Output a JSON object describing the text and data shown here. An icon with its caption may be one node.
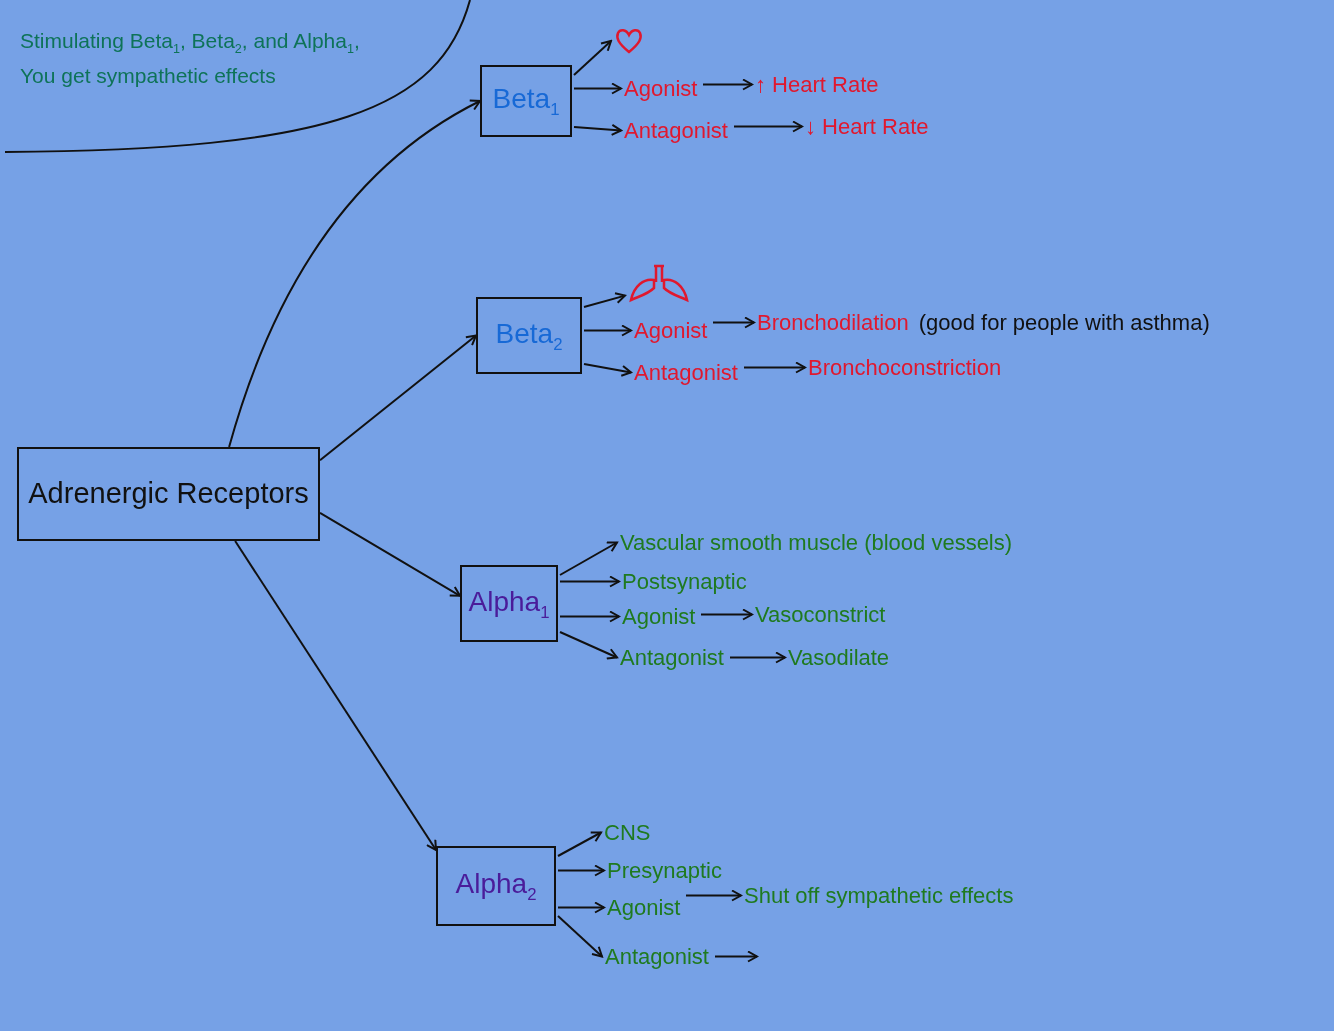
{
  "diagram": {
    "nodes": [
      {
        "text": [
          "Adrenergic Receptors"
        ]
      },
      {
        "text": [
          "Beta$_{1}$"
        ]
      },
      {
        "text": [
          "Beta$_{2}$"
        ]
      },
      {
        "text": [
          "Alpha$_{1}$"
        ]
      },
      {
        "text": [
          "Alpha$_{2}$"
        ]
      },
      {
        "text": [],
        "shape": "heart"
      },
      {
        "text": [
          "Agonist"
        ]
      },
      {
        "text": [
          "↑ Heart Rate"
        ]
      },
      {
        "text": [
          "Antagonist"
        ]
      },
      {
        "text": [
          "↓ Heart Rate"
        ]
      },
      {
        "text": [],
        "shape": "lungs"
      },
      {
        "text": [
          "Agonist"
        ]
      },
      {
        "text": [
          "Bronchodilation"
        ],
        "beside": [
          "(good for people with asthma)"
        ]
      },
      {
        "text": [
          "Antagonist"
        ]
      },
      {
        "text": [
          "Bronchoconstriction"
        ]
      },
      {
        "text": [
          "Vascular smooth muscle (blood vessels)"
        ]
      },
      {
        "text": [
          "Postsynaptic"
        ]
      },
      {
        "text": [
          "Agonist"
        ]
      },
      {
        "text": [
          "Vasoconstrict"
        ]
      },
      {
        "text": [
          "Antagonist"
        ]
      },
      {
        "text": [
          "Vasodilate"
        ]
      },
      {
        "text": [
          "CNS"
        ]
      },
      {
        "text": [
          "Presynaptic"
        ]
      },
      {
        "text": [
          "Agonist"
        ]
      },
      {
        "text": [
          "Shut off sympathetic effects"
        ]
      },
      {
        "text": [
          "Antagonist"
        ]
      }
    ],
    "edges": [
      {
        "from": 0,
        "to": 1,
        "arrow": "to"
      },
      {
        "from": 0,
        "to": 2,
        "arrow": "to"
      },
      {
        "from": 0,
        "to": 3,
        "arrow": "to"
      },
      {
        "from": 0,
        "to": 4,
        "arrow": "to"
      },
      {
        "from": 1,
        "to": 5,
        "arrow": "to"
      },
      {
        "from": 1,
        "to": 6,
        "arrow": "to"
      },
      {
        "from": 1,
        "to": 8,
        "arrow": "to"
      },
      {
        "from": 6,
        "to": 7,
        "arrow": "to"
      },
      {
        "from": 8,
        "to": 9,
        "arrow": "to"
      },
      {
        "from": 2,
        "to": 10,
        "arrow": "to"
      },
      {
        "from": 2,
        "to": 11,
        "arrow": "to"
      },
      {
        "from": 2,
        "to": 13,
        "arrow": "to"
      },
      {
        "from": 11,
        "to": 12,
        "arrow": "to"
      },
      {
        "from": 13,
        "to": 14,
        "arrow": "to"
      },
      {
        "from": 3,
        "to": 15,
        "arrow": "to"
      },
      {
        "from": 3,
        "to": 16,
        "arrow": "to"
      },
      {
        "from": 3,
        "to": 17,
        "arrow": "to"
      },
      {
        "from": 3,
        "to": 19,
        "arrow": "to"
      },
      {
        "from": 17,
        "to": 18,
        "arrow": "to"
      },
      {
        "from": 19,
        "to": 20,
        "arrow": "to"
      },
      {
        "from": 4,
        "to": 21,
        "arrow": "to"
      },
      {
        "from": 4,
        "to": 22,
        "arrow": "to"
      },
      {
        "from": 4,
        "to": 23,
        "arrow": "to"
      },
      {
        "from": 4,
        "to": 25,
        "arrow": "to"
      },
      {
        "from": 23,
        "to": 24,
        "arrow": "to"
      },
      {
        "from": 25,
        "to": null,
        "arrow": "to"
      }
    ],
    "labels": [
      "Stimulating Beta$_{1}$, Beta$_{2}$, and Alpha$_{1}$, You get sympathetic effects"
    ]
  }
}
